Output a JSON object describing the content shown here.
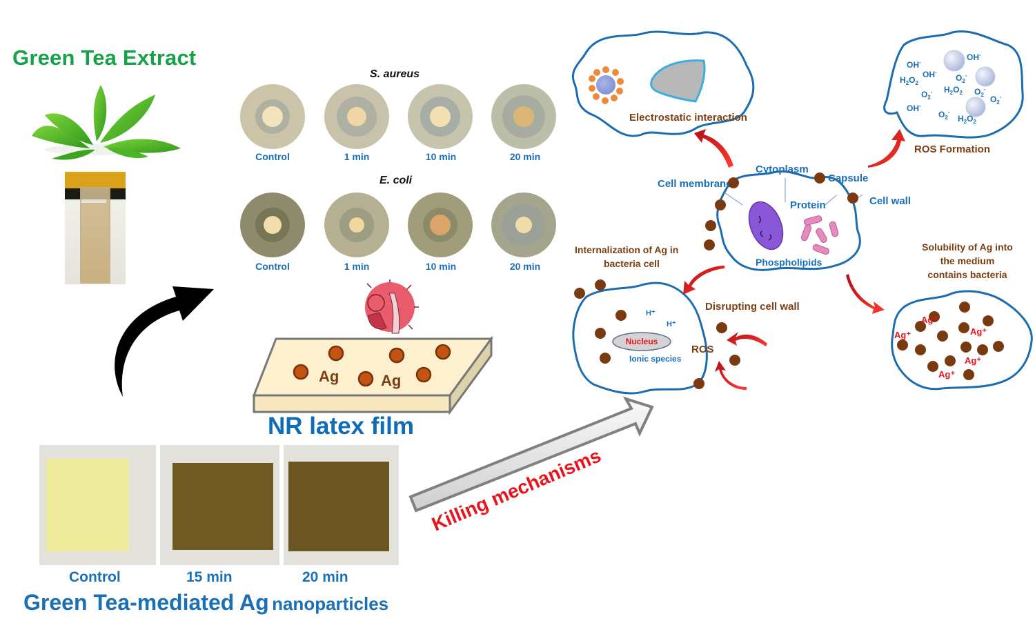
{
  "extract": {
    "title": "Green Tea Extract",
    "leaves_icon": "tea-leaves-image",
    "cuvette_icon": "cuvette-photo"
  },
  "inhibition": {
    "s_aureus": {
      "title": "S. aureus",
      "plates": [
        {
          "label": "Control"
        },
        {
          "label": "1 min"
        },
        {
          "label": "10 min"
        },
        {
          "label": "20 min"
        }
      ]
    },
    "e_coli": {
      "title": "E. coli",
      "plates": [
        {
          "label": "Control"
        },
        {
          "label": "1 min"
        },
        {
          "label": "10 min"
        },
        {
          "label": "20 min"
        }
      ]
    }
  },
  "film": {
    "ag_label": "Ag",
    "title": "NR latex film",
    "bacterium_icon": "bacterium-cartoon"
  },
  "films_photos": {
    "labels": [
      "Control",
      "15 min",
      "20 min"
    ],
    "caption_main": "Green Tea-mediated Ag",
    "caption_suffix": "nanoparticles"
  },
  "killing_arrow": {
    "label": "Killing mechanisms"
  },
  "mechanisms": {
    "electrostatic": "Electrostatic interaction",
    "ros_formation": "ROS Formation",
    "ros_species": [
      "OH-",
      "OH-",
      "OH-",
      "OH-",
      "H2O2",
      "H2O2",
      "H2O2",
      "O2-",
      "O2-",
      "O2-",
      "O2-",
      "O2-"
    ],
    "cell": {
      "cytoplasm": "Cytoplasm",
      "capsule": "Capsule",
      "cell_membrane": "Cell membrane",
      "protein": "Protein",
      "cell_wall": "Cell wall",
      "phospholipids": "Phospholipids"
    },
    "internalization": [
      "Internalization of Ag in",
      "bacteria cell"
    ],
    "disrupting": "Disrupting cell wall",
    "inner": {
      "h_plus": "H⁺",
      "nucleus": "Nucleus",
      "ionic_species": "Ionic species",
      "ros": "ROS"
    },
    "solubility": [
      "Solubility of Ag into",
      "the medium",
      "contains bacteria"
    ],
    "ag_ion": "Ag⁺"
  },
  "colors": {
    "title_green": "#17a24a",
    "label_blue": "#1a6fb5",
    "label_brown": "#7b3f12",
    "accent_red": "#e8141c",
    "outline_blue": "#1c6cb0",
    "ag_particle": "#7a3a10"
  }
}
